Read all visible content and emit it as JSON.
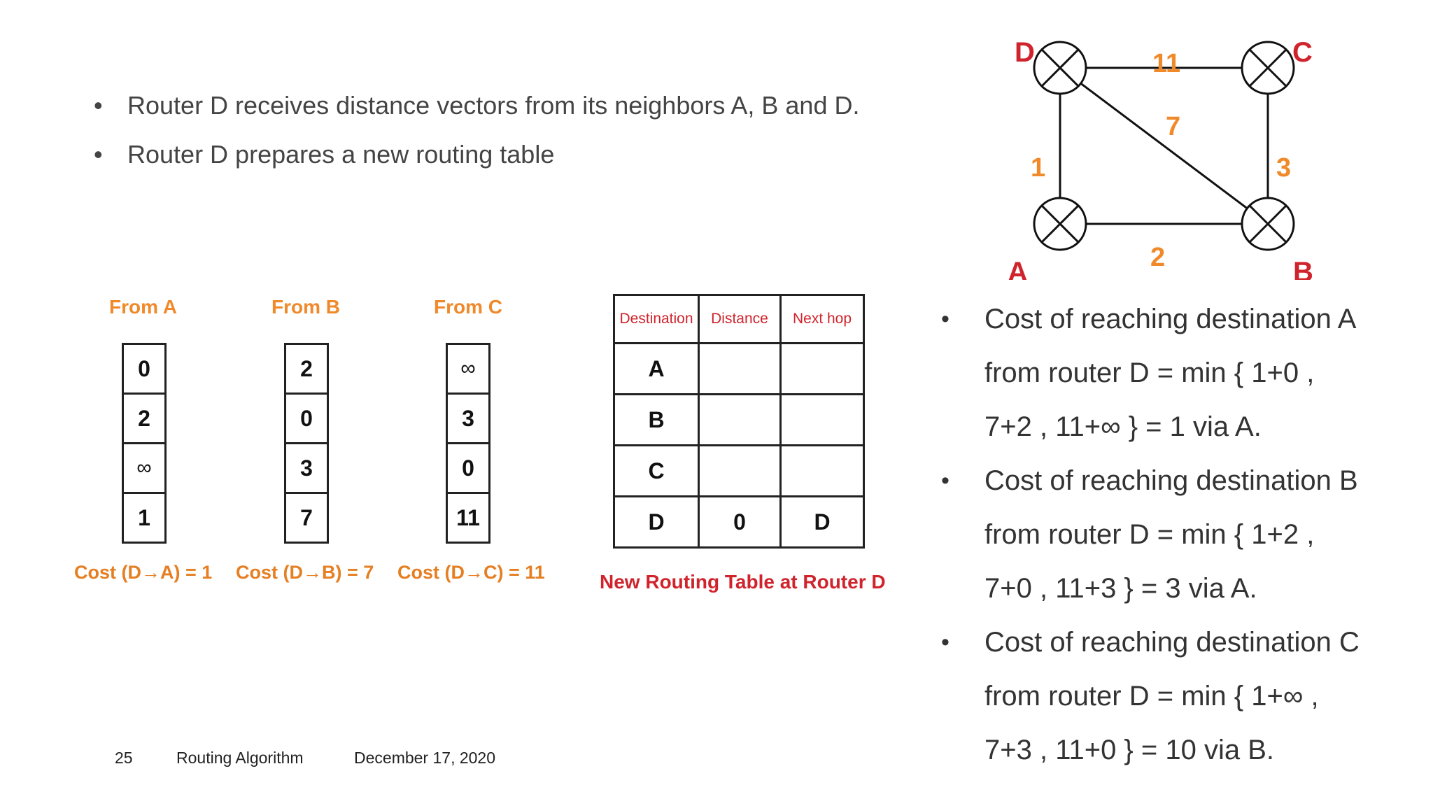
{
  "intro_bullets": [
    "Router D receives distance vectors from its neighbors A, B and D.",
    "Router D prepares a new routing table"
  ],
  "vectors": [
    {
      "header": "From A",
      "values": [
        "0",
        "2",
        "∞",
        "1"
      ],
      "cost": "Cost (D→A) = 1"
    },
    {
      "header": "From B",
      "values": [
        "2",
        "0",
        "3",
        "7"
      ],
      "cost": "Cost (D→B) = 7"
    },
    {
      "header": "From C",
      "values": [
        "∞",
        "3",
        "0",
        "11"
      ],
      "cost": "Cost (D→C) = 11"
    }
  ],
  "routing_table": {
    "headers": [
      "Destination",
      "Distance",
      "Next hop"
    ],
    "rows": [
      [
        "A",
        "",
        ""
      ],
      [
        "B",
        "",
        ""
      ],
      [
        "C",
        "",
        ""
      ],
      [
        "D",
        "0",
        "D"
      ]
    ],
    "caption": "New Routing Table at Router D"
  },
  "footer": {
    "page": "25",
    "title": "Routing Algorithm",
    "date": "December 17, 2020"
  },
  "graph": {
    "nodes": [
      "D",
      "C",
      "A",
      "B"
    ],
    "edges": [
      {
        "from": "D",
        "to": "C",
        "weight": "11"
      },
      {
        "from": "D",
        "to": "B",
        "weight": "7"
      },
      {
        "from": "D",
        "to": "A",
        "weight": "1"
      },
      {
        "from": "C",
        "to": "B",
        "weight": "3"
      },
      {
        "from": "A",
        "to": "B",
        "weight": "2"
      }
    ],
    "node_label_color": "#d0242d",
    "edge_label_color": "#f0892a"
  },
  "cost_bullets": [
    [
      "Cost of reaching destination A",
      "from router D = min { 1+0 ,",
      "7+2 , 11+∞ } = 1 via A."
    ],
    [
      "Cost of reaching destination B",
      "from router D = min { 1+2 ,",
      "7+0 , 11+3 } = 3 via A."
    ],
    [
      "Cost of reaching destination C",
      "from router D = min { 1+∞ ,",
      "7+3 , 11+0 } = 10 via B."
    ]
  ]
}
